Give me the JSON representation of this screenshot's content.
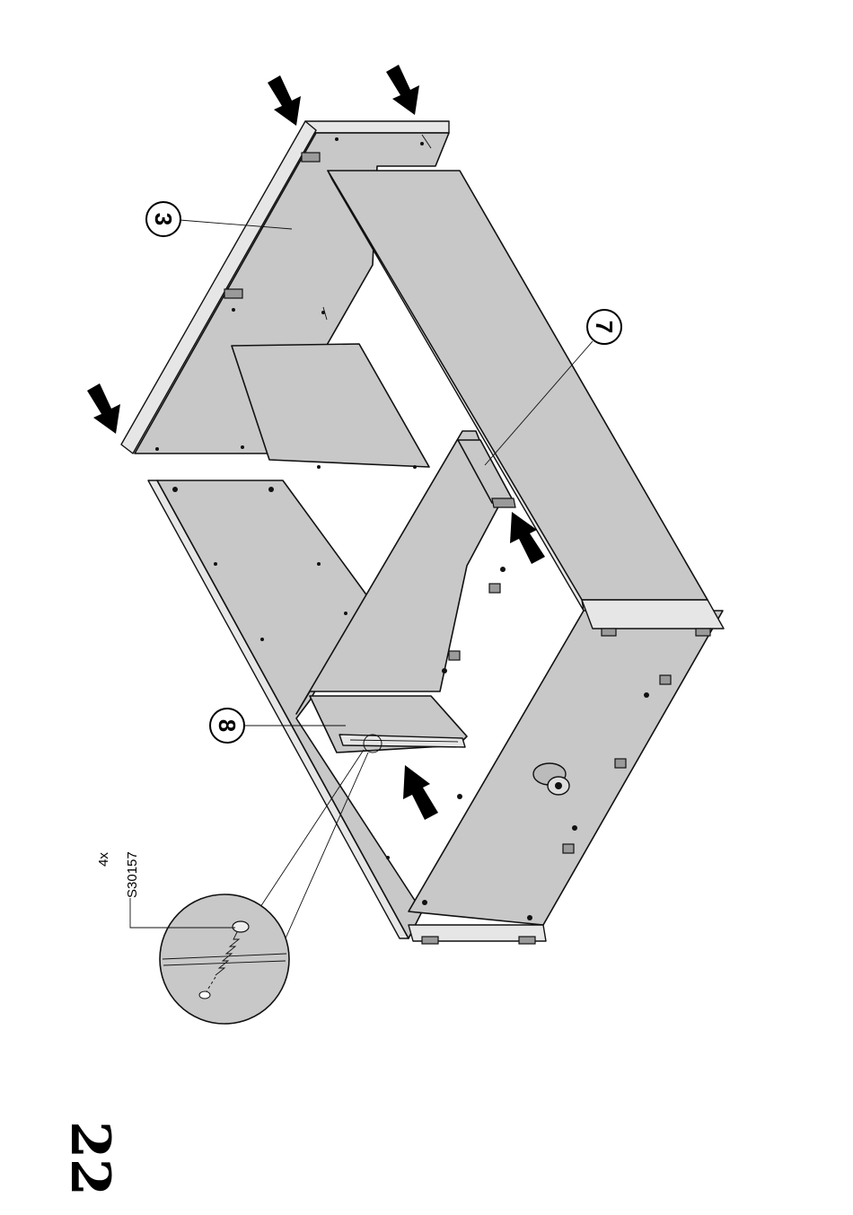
{
  "step": {
    "number": "22"
  },
  "callouts": [
    {
      "id": "part-3",
      "label": "3"
    },
    {
      "id": "part-7",
      "label": "7"
    },
    {
      "id": "part-8",
      "label": "8"
    }
  ],
  "hardware": {
    "quantity": "4x",
    "part_code": "S30157"
  },
  "icons": [
    "push-arrow-icon",
    "screw-icon",
    "leveling-foot-icon"
  ]
}
